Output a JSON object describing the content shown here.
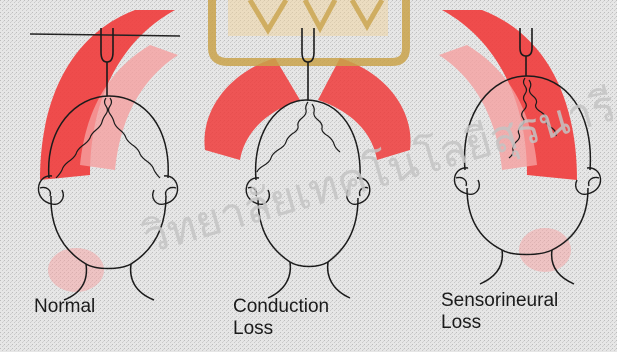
{
  "watermark": {
    "kind": "university seal",
    "colors": {
      "seal": "#ef3b3b",
      "seal_tint": "#f5a0a0",
      "gold": "#c9a24a"
    },
    "text": "วิทยาลัยเทคโนโลยีสุรนารี"
  },
  "panels": [
    {
      "caption": "Normal"
    },
    {
      "caption": "Conduction\nLoss"
    },
    {
      "caption": "Sensorineural\nLoss"
    }
  ],
  "icons": [
    "tuning-fork-icon",
    "head-icon",
    "ear-icon",
    "vibration-wave-icon"
  ],
  "colors": {
    "ink": "#1b1b1b",
    "paper": "#e6e6e6",
    "stipple": "#bdbdbd"
  }
}
